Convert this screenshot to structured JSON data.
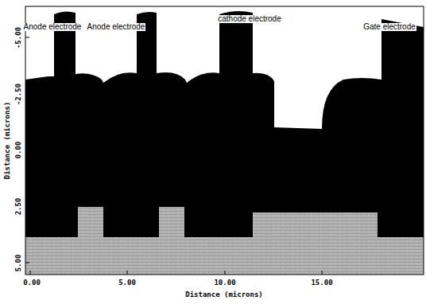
{
  "diagram": {
    "labels": [
      "Anode electrode",
      "Anode electrode",
      "cathode electrode",
      "Gate electrode",
      "-5.00",
      "-2.50",
      "0.00",
      "2.50",
      "5.00",
      "0.00",
      "5.00",
      "10.00",
      "15.00",
      "Distance (microns)",
      "Distance (microns)"
    ]
  }
}
